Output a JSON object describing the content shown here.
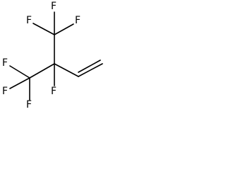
{
  "molecule": {
    "atoms": {
      "f_top": "F",
      "f_upper_left": "F",
      "f_upper_right": "F",
      "f_left_top": "F",
      "f_left_middle": "F",
      "f_left_bottom": "F",
      "f_center": "F"
    }
  }
}
